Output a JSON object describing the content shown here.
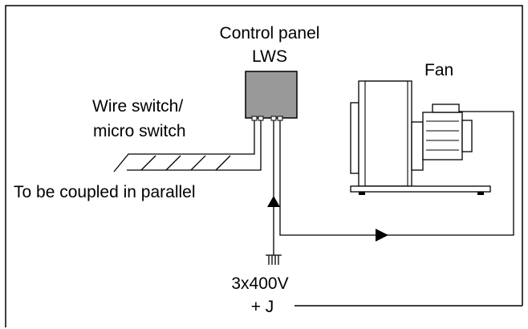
{
  "labels": {
    "control_panel_line1": "Control panel",
    "control_panel_line2": "LWS",
    "fan": "Fan",
    "wire_switch_line1": "Wire switch/",
    "wire_switch_line2": "micro switch",
    "parallel_note": "To be coupled in parallel",
    "voltage_line1": "3x400V",
    "voltage_line2": "+ J"
  },
  "colors": {
    "line": "#000000",
    "panel_fill": "#999999",
    "background": "#ffffff"
  }
}
